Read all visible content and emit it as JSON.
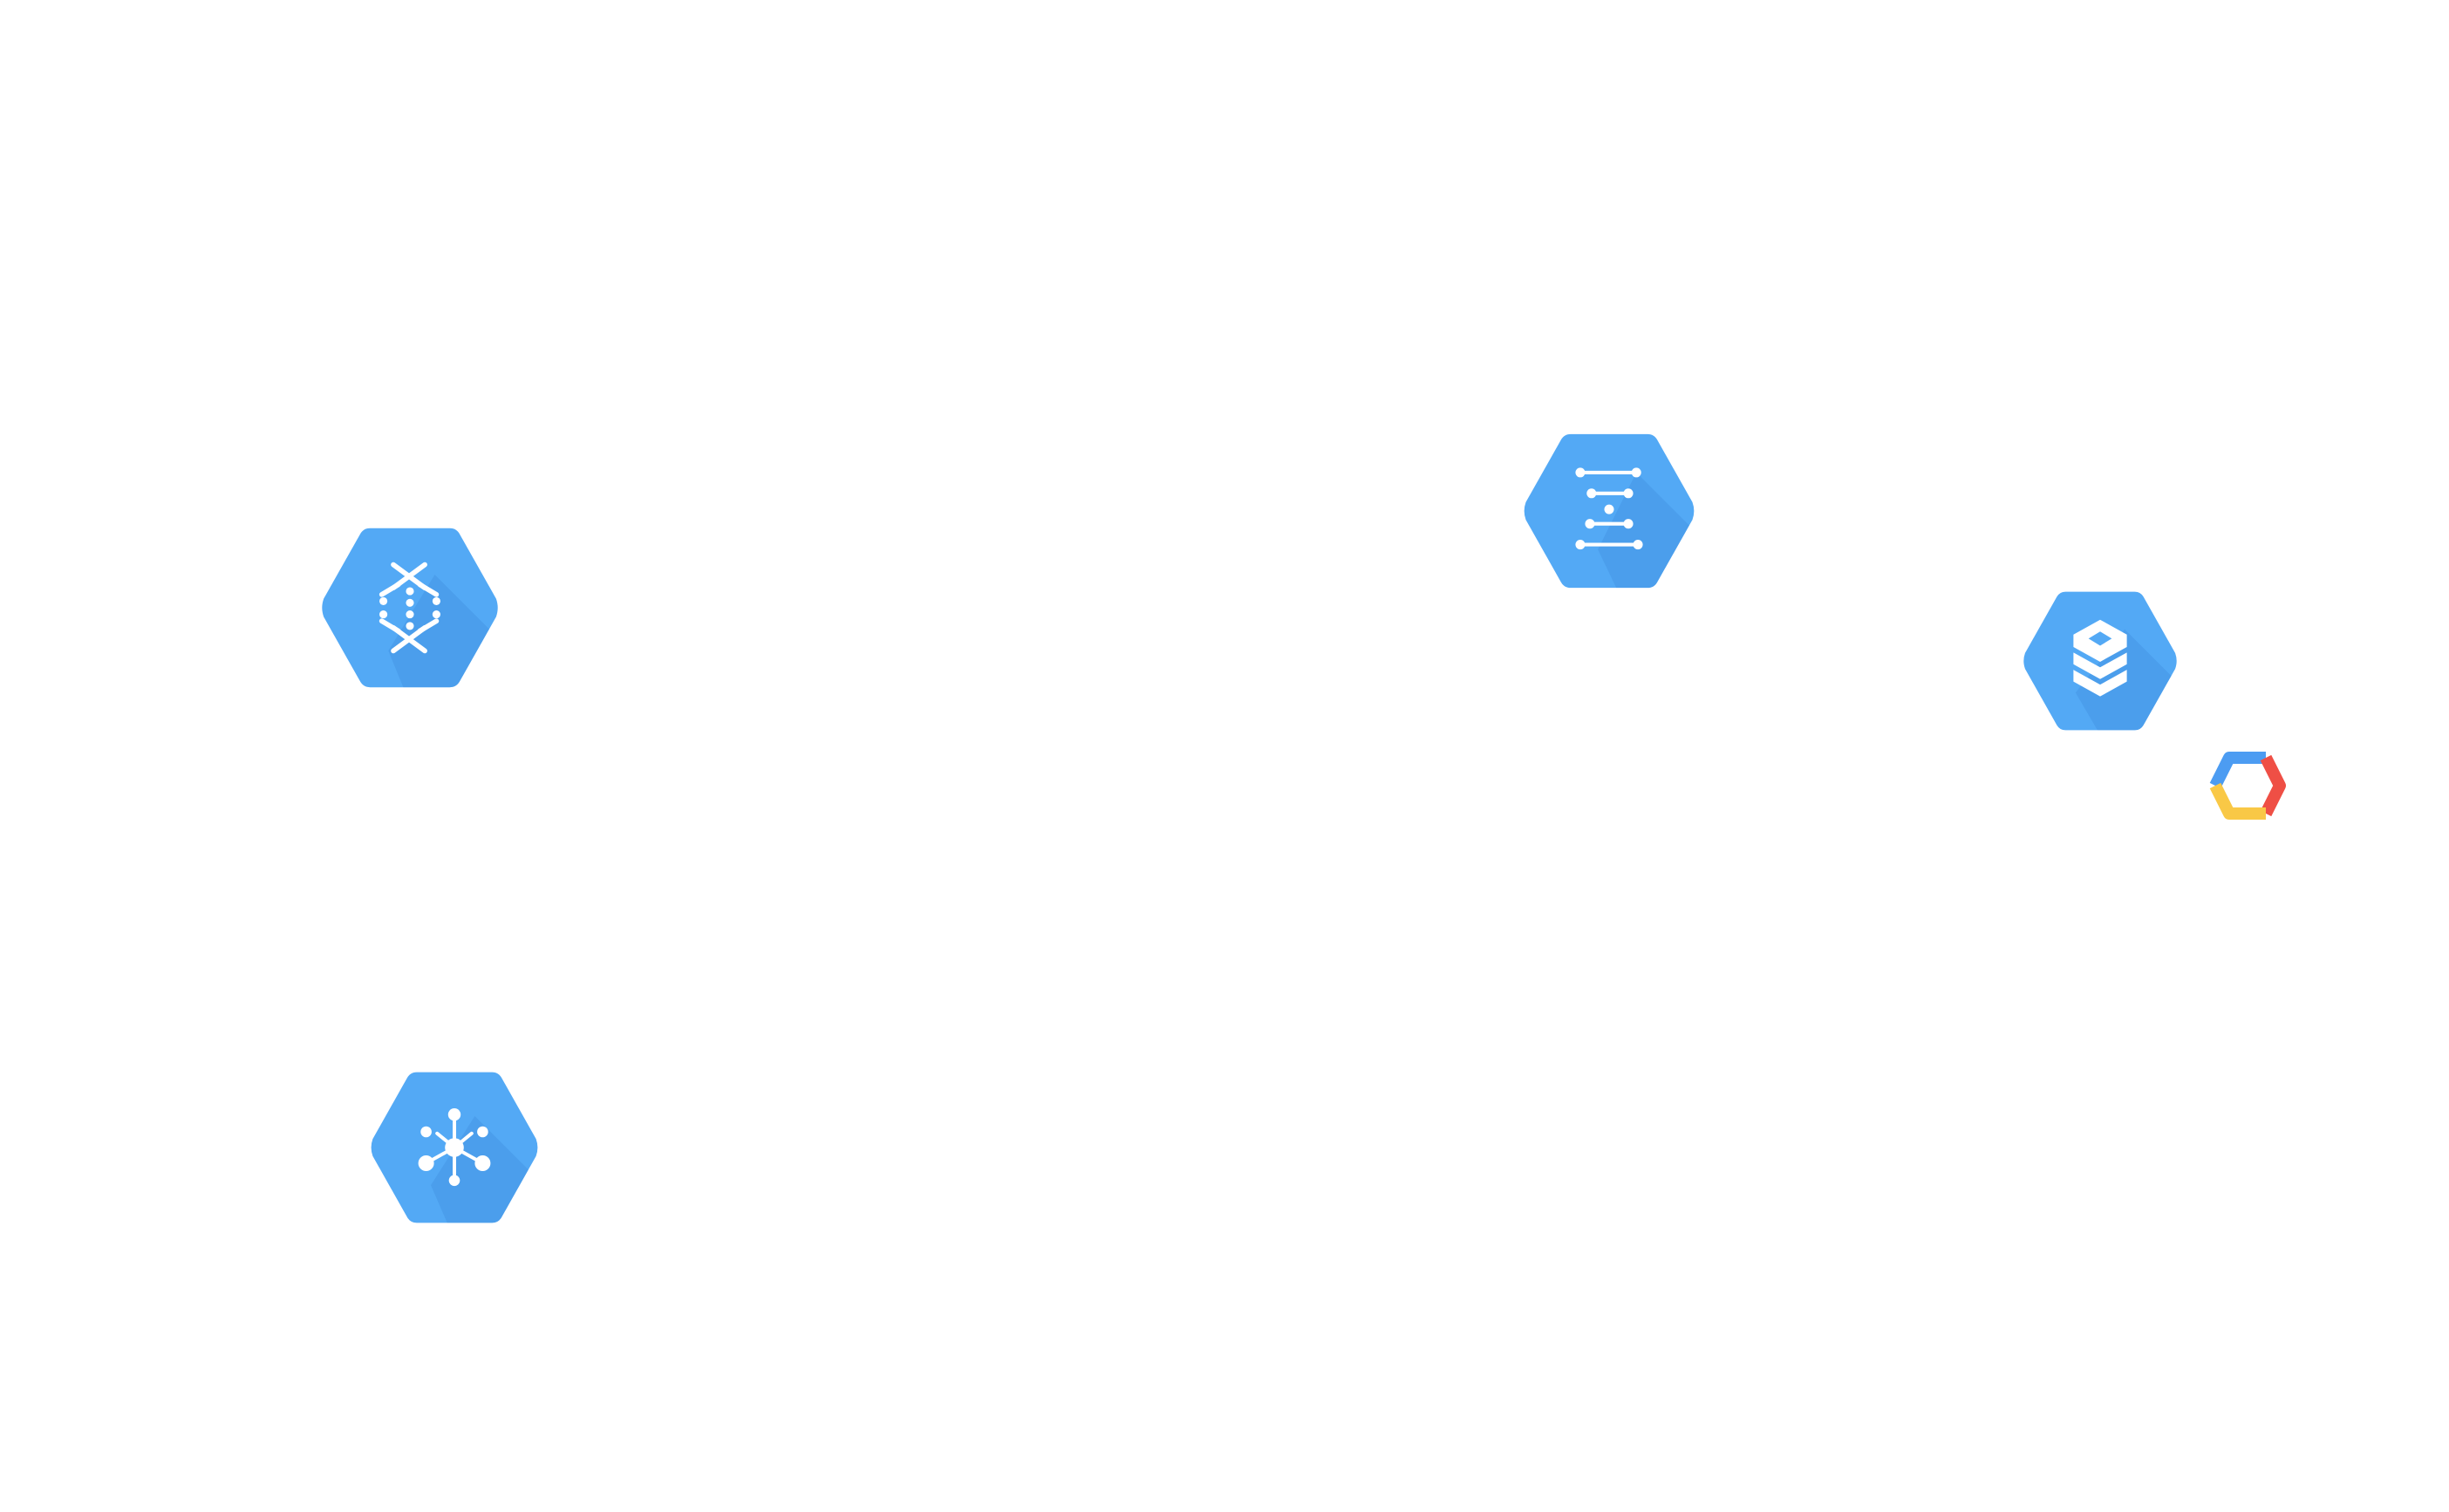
{
  "colors": {
    "background": "#ffffff",
    "hex_fill": "#53a9f5",
    "hex_shadow": "#4696e3",
    "glyph": "#ffffff",
    "logo_blue": "#4c9cf2",
    "logo_red": "#ef4f45",
    "logo_yellow": "#f9c846"
  },
  "icons": [
    {
      "name": "dataflow-icon",
      "kind": "product-hexagon"
    },
    {
      "name": "genomics-icon",
      "kind": "product-hexagon"
    },
    {
      "name": "datastore-icon",
      "kind": "product-hexagon"
    },
    {
      "name": "iot-core-icon",
      "kind": "product-hexagon"
    },
    {
      "name": "google-cloud-logo-icon",
      "kind": "logo"
    }
  ]
}
